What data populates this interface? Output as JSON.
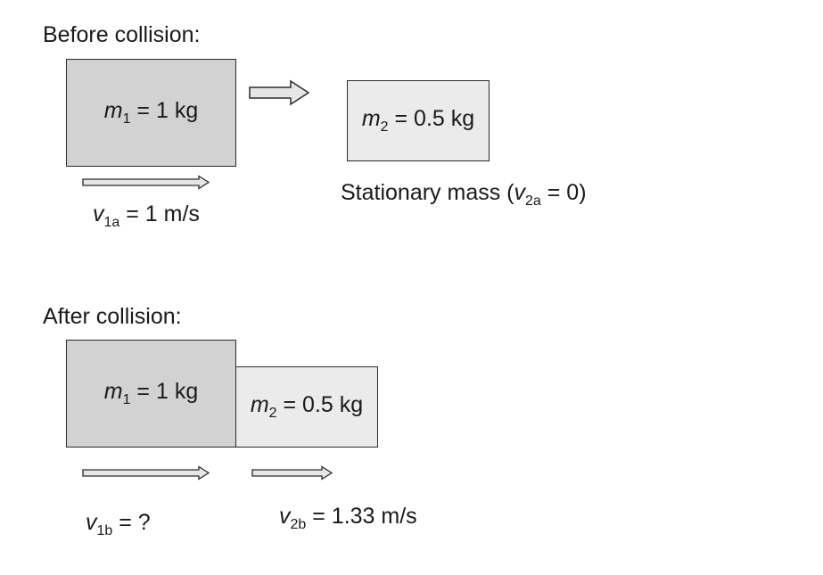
{
  "before": {
    "heading": "Before collision:",
    "mass1": {
      "symbol": "m",
      "sub": "1",
      "rest": " = 1 kg"
    },
    "mass2": {
      "symbol": "m",
      "sub": "2",
      "rest": " = 0.5 kg"
    },
    "v1a": {
      "symbol": "v",
      "sub": "1a",
      "rest": " = 1 m/s"
    },
    "stationary": {
      "prefix": "Stationary mass (",
      "symbol": "v",
      "sub": "2a",
      "rest": " = 0)"
    }
  },
  "after": {
    "heading": "After collision:",
    "mass1": {
      "symbol": "m",
      "sub": "1",
      "rest": " = 1 kg"
    },
    "mass2": {
      "symbol": "m",
      "sub": "2",
      "rest": " = 0.5 kg"
    },
    "v1b": {
      "symbol": "v",
      "sub": "1b",
      "rest": " = ?"
    },
    "v2b": {
      "symbol": "v",
      "sub": "2b",
      "rest": " = 1.33 m/s"
    }
  },
  "colors": {
    "mass1_fill": "#d2d2d2",
    "mass2_fill": "#ebebeb",
    "arrow_fill": "#e6e6e6",
    "stroke": "#2b2b2b"
  }
}
